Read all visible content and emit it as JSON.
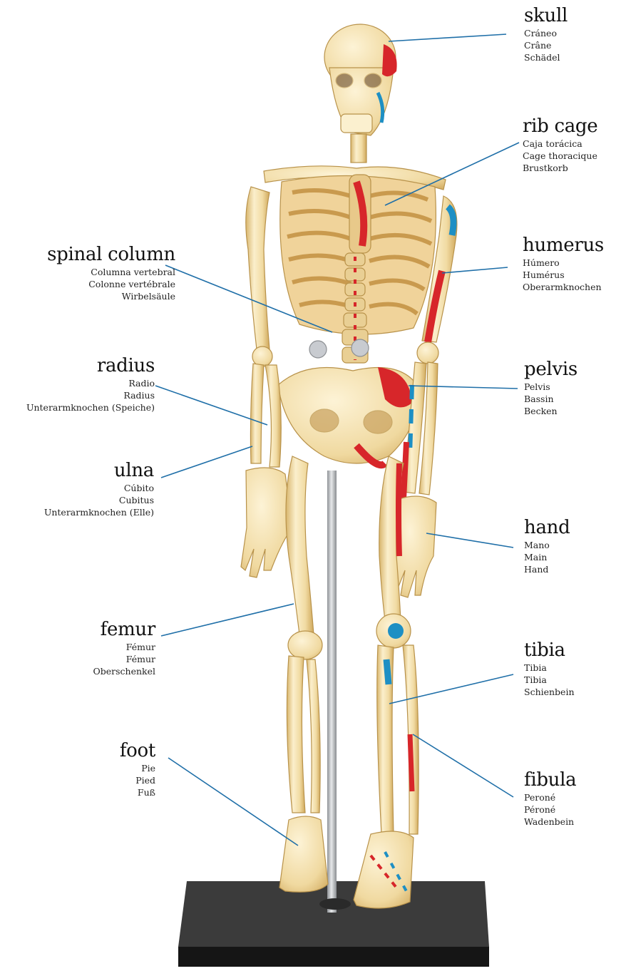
{
  "labels": {
    "skull": {
      "term": "skull",
      "es": "Cráneo",
      "fr": "Crâne",
      "de": "Schädel"
    },
    "ribcage": {
      "term": "rib cage",
      "es": "Caja torácica",
      "fr": "Cage thoracique",
      "de": "Brustkorb"
    },
    "humerus": {
      "term": "humerus",
      "es": "Húmero",
      "fr": "Humérus",
      "de": "Oberarmknochen"
    },
    "spine": {
      "term": "spinal column",
      "es": "Columna vertebral",
      "fr": "Colonne vertébrale",
      "de": "Wirbelsäule"
    },
    "radius": {
      "term": "radius",
      "es": "Radio",
      "fr": "Radius",
      "de": "Unterarmknochen (Speiche)"
    },
    "pelvis": {
      "term": "pelvis",
      "es": "Pelvis",
      "fr": "Bassin",
      "de": "Becken"
    },
    "ulna": {
      "term": "ulna",
      "es": "Cúbito",
      "fr": "Cubitus",
      "de": "Unterarmknochen (Elle)"
    },
    "hand": {
      "term": "hand",
      "es": "Mano",
      "fr": "Main",
      "de": "Hand"
    },
    "femur": {
      "term": "femur",
      "es": "Fémur",
      "fr": "Fémur",
      "de": "Oberschenkel"
    },
    "tibia": {
      "term": "tibia",
      "es": "Tibia",
      "fr": "Tibia",
      "de": "Schienbein"
    },
    "foot": {
      "term": "foot",
      "es": "Pie",
      "fr": "Pied",
      "de": "Fuß"
    },
    "fibula": {
      "term": "fibula",
      "es": "Peroné",
      "fr": "Péroné",
      "de": "Wadenbein"
    }
  },
  "colors": {
    "bone": "#f1dca5",
    "bone_shade": "#d9b46a",
    "bone_light": "#fbf1d4",
    "muscle_red": "#d7262a",
    "muscle_blue": "#1d8fc4",
    "leader_line": "#1f6fa8",
    "stand_pole": "#b9bcc0",
    "base_dark": "#1f1f1f"
  }
}
